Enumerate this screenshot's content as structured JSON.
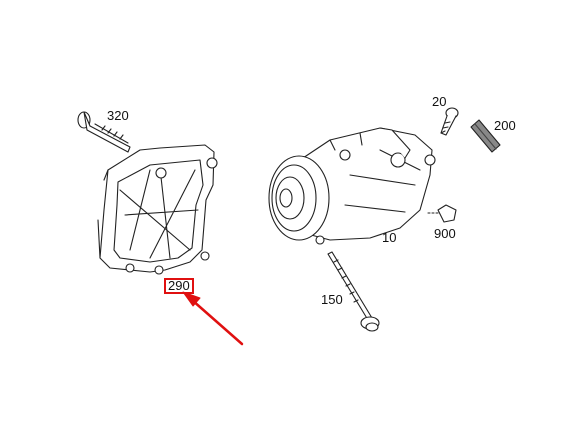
{
  "parts": [
    {
      "id": "bolt",
      "label": "320"
    },
    {
      "id": "bracket",
      "label": "290",
      "highlighted": true
    },
    {
      "id": "screw",
      "label": "20"
    },
    {
      "id": "connector",
      "label": "200"
    },
    {
      "id": "compressor",
      "label": "10"
    },
    {
      "id": "valve",
      "label": "900"
    },
    {
      "id": "long-bolt",
      "label": "150"
    }
  ],
  "colors": {
    "highlight": "#e01010",
    "arrow": "#e01010",
    "line": "#222222"
  }
}
